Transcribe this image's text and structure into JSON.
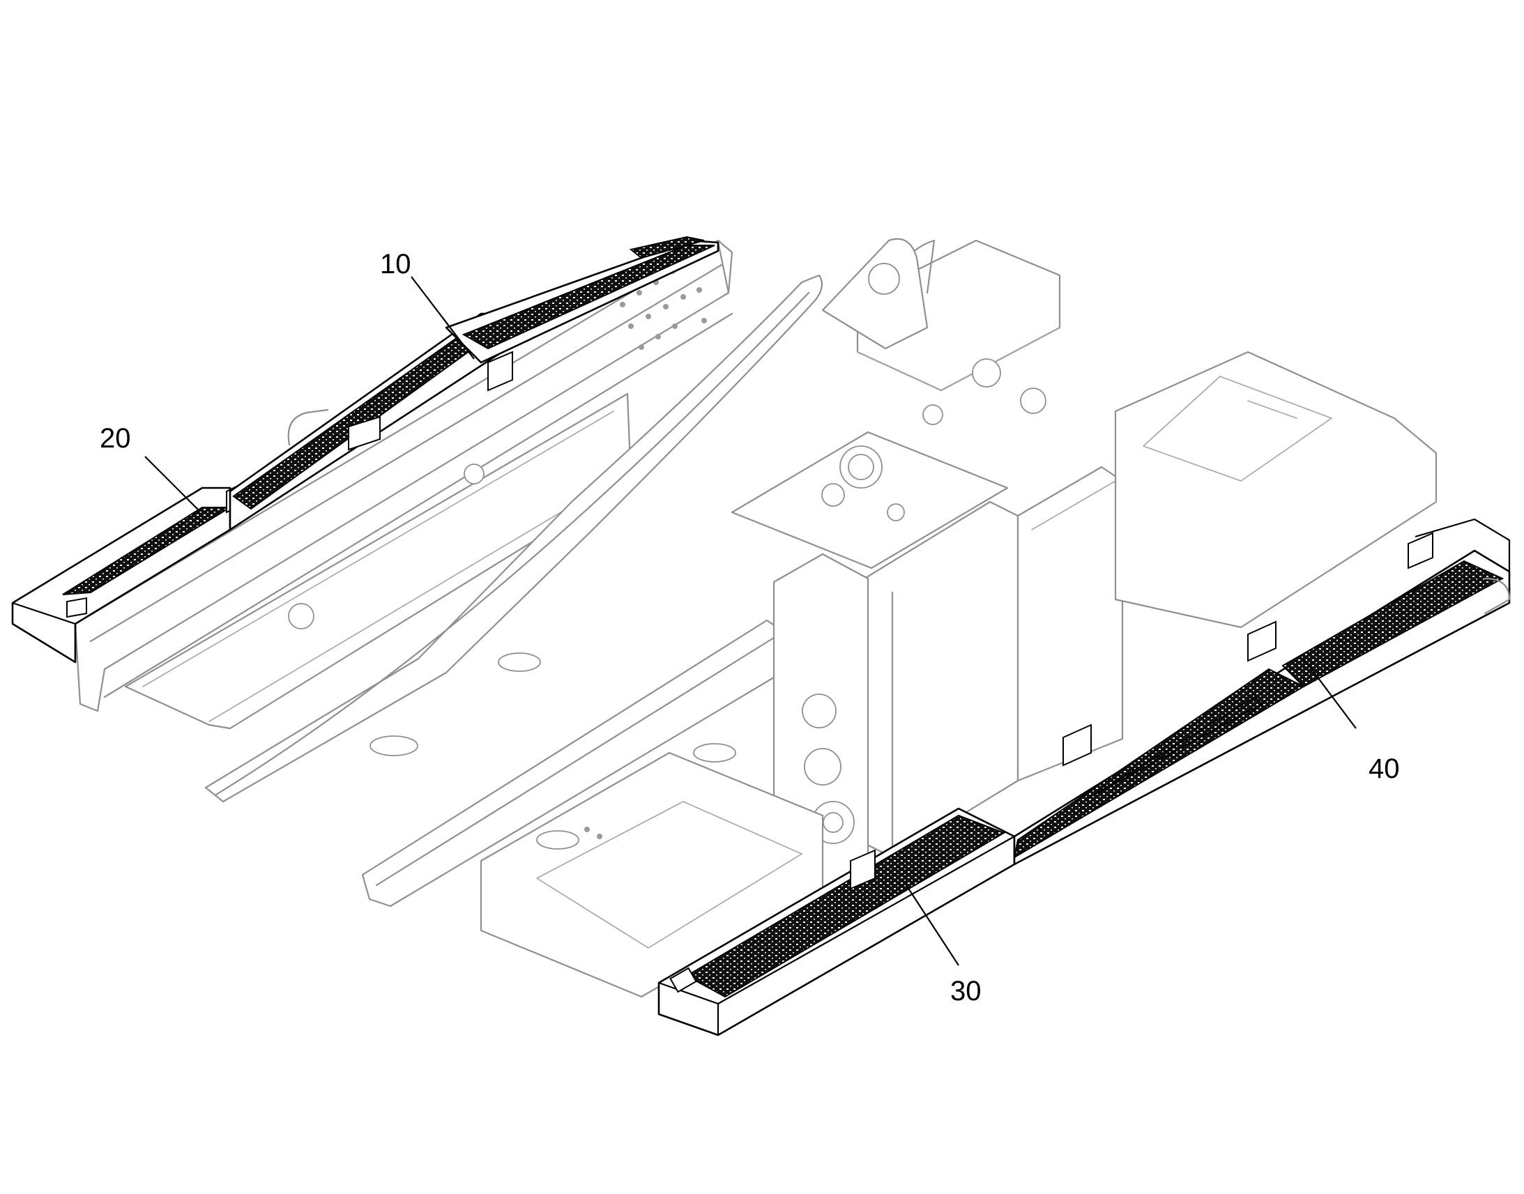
{
  "diagram": {
    "callouts": [
      {
        "id": "callout-10",
        "label": "10"
      },
      {
        "id": "callout-20",
        "label": "20"
      },
      {
        "id": "callout-30",
        "label": "30"
      },
      {
        "id": "callout-40",
        "label": "40"
      }
    ],
    "colors": {
      "highlighted_parts": "#000000",
      "frame_outline": "#8f8f8f",
      "background": "#ffffff"
    }
  }
}
